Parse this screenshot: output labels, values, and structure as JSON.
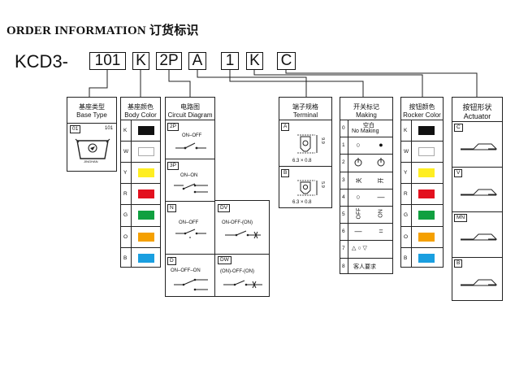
{
  "title": "ORDER INFORMATION 订货标识",
  "code": {
    "prefix": "KCD3-",
    "segments": [
      "101",
      "K",
      "2P",
      "A",
      "1",
      "K",
      "C"
    ]
  },
  "base_type": {
    "title_cn": "基座类型",
    "title_en": "Base Type",
    "option_code": "01",
    "option_value": "101",
    "logo_text": "JINGHAN"
  },
  "body_color": {
    "title_cn": "基座颜色",
    "title_en": "Body Color",
    "rows": [
      {
        "code": "K",
        "color": "#111111"
      },
      {
        "code": "W",
        "color": "#ffffff"
      },
      {
        "code": "Y",
        "color": "#ffee22"
      },
      {
        "code": "R",
        "color": "#e3101e"
      },
      {
        "code": "G",
        "color": "#10a040"
      },
      {
        "code": "O",
        "color": "#f5a000"
      },
      {
        "code": "B",
        "color": "#1a9fe0"
      }
    ]
  },
  "circuit": {
    "title_cn": "电路图",
    "title_en": "Circuit Diagram",
    "items": [
      {
        "code": "2P",
        "label": "ON–OFF"
      },
      {
        "code": "3P",
        "label": "ON–ON"
      },
      {
        "code": "N",
        "label": "ON–OFF"
      },
      {
        "code": "DV",
        "label": "ON-OFF-(ON)"
      },
      {
        "code": "D",
        "label": "ON–OFF–ON"
      },
      {
        "code": "DW",
        "label": "(ON)-OFF-(ON)"
      }
    ]
  },
  "terminal": {
    "title_cn": "端子规格",
    "title_en": "Terminal",
    "items": [
      {
        "code": "A",
        "dim": "6.3 × 0.8",
        "height": "9.9"
      },
      {
        "code": "B",
        "dim": "6.3 × 0.8",
        "height": "5.9"
      }
    ]
  },
  "marking": {
    "title_cn": "开关标记",
    "title_en": "Making",
    "rows": [
      {
        "code": "0",
        "left": "空白",
        "right": "No Making"
      },
      {
        "code": "1",
        "left": "○",
        "right": "●"
      },
      {
        "code": "2",
        "left": "",
        "right": ""
      },
      {
        "code": "3",
        "left": "关",
        "right": "开"
      },
      {
        "code": "4",
        "left": "○",
        "right": "—"
      },
      {
        "code": "5",
        "left": "OFF",
        "right": "ON"
      },
      {
        "code": "6",
        "left": "—",
        "right": "="
      },
      {
        "code": "7",
        "left": "△  ○  ▽",
        "right": ""
      },
      {
        "code": "8",
        "left": "客人要求",
        "right": ""
      }
    ]
  },
  "rocker_color": {
    "title_cn": "按钮颜色",
    "title_en": "Rocker Color",
    "rows": [
      {
        "code": "K",
        "color": "#111111"
      },
      {
        "code": "W",
        "color": "#ffffff"
      },
      {
        "code": "Y",
        "color": "#ffee22"
      },
      {
        "code": "R",
        "color": "#e3101e"
      },
      {
        "code": "G",
        "color": "#10a040"
      },
      {
        "code": "O",
        "color": "#f5a000"
      },
      {
        "code": "B",
        "color": "#1a9fe0"
      }
    ]
  },
  "actuator": {
    "title_cn": "按钮形状",
    "title_en": "Actuator",
    "items": [
      {
        "code": "C"
      },
      {
        "code": "V"
      },
      {
        "code": "MN"
      },
      {
        "code": "B"
      }
    ]
  }
}
